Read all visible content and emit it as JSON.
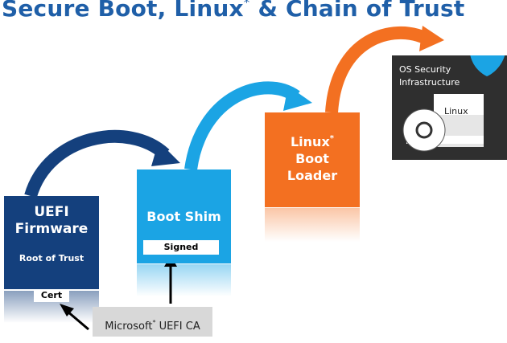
{
  "title": {
    "main": "Secure Boot, Linux",
    "sup": "*",
    "rest": " & Chain of Trust"
  },
  "blocks": {
    "uefi": {
      "line1": "UEFI",
      "line2": "Firmware",
      "subtitle": "Root of Trust",
      "tag": "Cert"
    },
    "shim": {
      "label": "Boot Shim",
      "tag": "Signed"
    },
    "bootloader": {
      "line1": "Linux",
      "line1_sup": "*",
      "line2": "Boot",
      "line3": "Loader"
    },
    "os": {
      "line1": "OS Security",
      "line2": "Infrastructure",
      "inner_label": "Linux"
    }
  },
  "ca_box": {
    "label": "Microsoft",
    "sup": "*",
    "rest": " UEFI CA"
  },
  "colors": {
    "title": "#1f5fa8",
    "uefi": "#14407d",
    "shim": "#1ba4e4",
    "bootloader": "#f37021",
    "os": "#2f2f2f",
    "shield": "#1ba4e4",
    "ca_box": "#d8d8d8"
  },
  "icons": [
    "curved-arrow-icon",
    "shield-icon",
    "disc-icon",
    "up-arrow-icon"
  ]
}
